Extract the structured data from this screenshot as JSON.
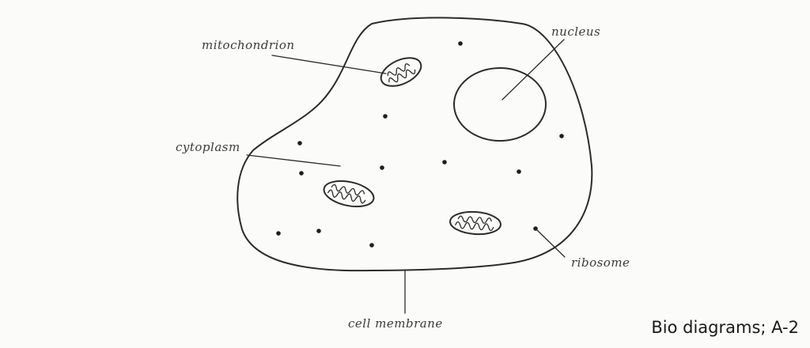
{
  "labels": {
    "mitochondrion": "mitochondrion",
    "nucleus": "nucleus",
    "cytoplasm": "cytoplasm",
    "ribosome": "ribosome",
    "cell_membrane": "cell membrane"
  },
  "caption": "Bio diagrams; A-2"
}
